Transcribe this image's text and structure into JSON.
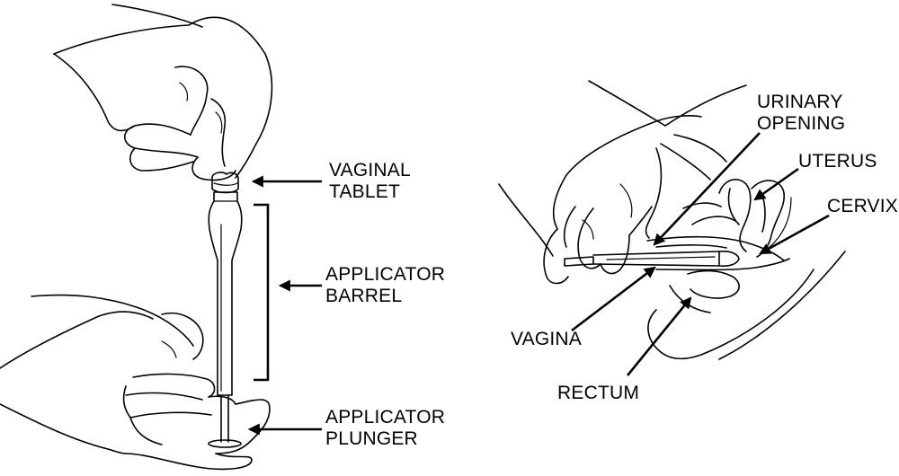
{
  "left_figure": {
    "labels": {
      "vaginal_tablet": [
        "VAGINAL",
        "TABLET"
      ],
      "applicator_barrel": [
        "APPLICATOR",
        "BARREL"
      ],
      "applicator_plunger": [
        "APPLICATOR",
        "PLUNGER"
      ]
    }
  },
  "right_figure": {
    "labels": {
      "urinary_opening": [
        "URINARY",
        "OPENING"
      ],
      "uterus": "UTERUS",
      "cervix": "CERVIX",
      "vagina": "VAGINA",
      "rectum": "RECTUM"
    }
  }
}
